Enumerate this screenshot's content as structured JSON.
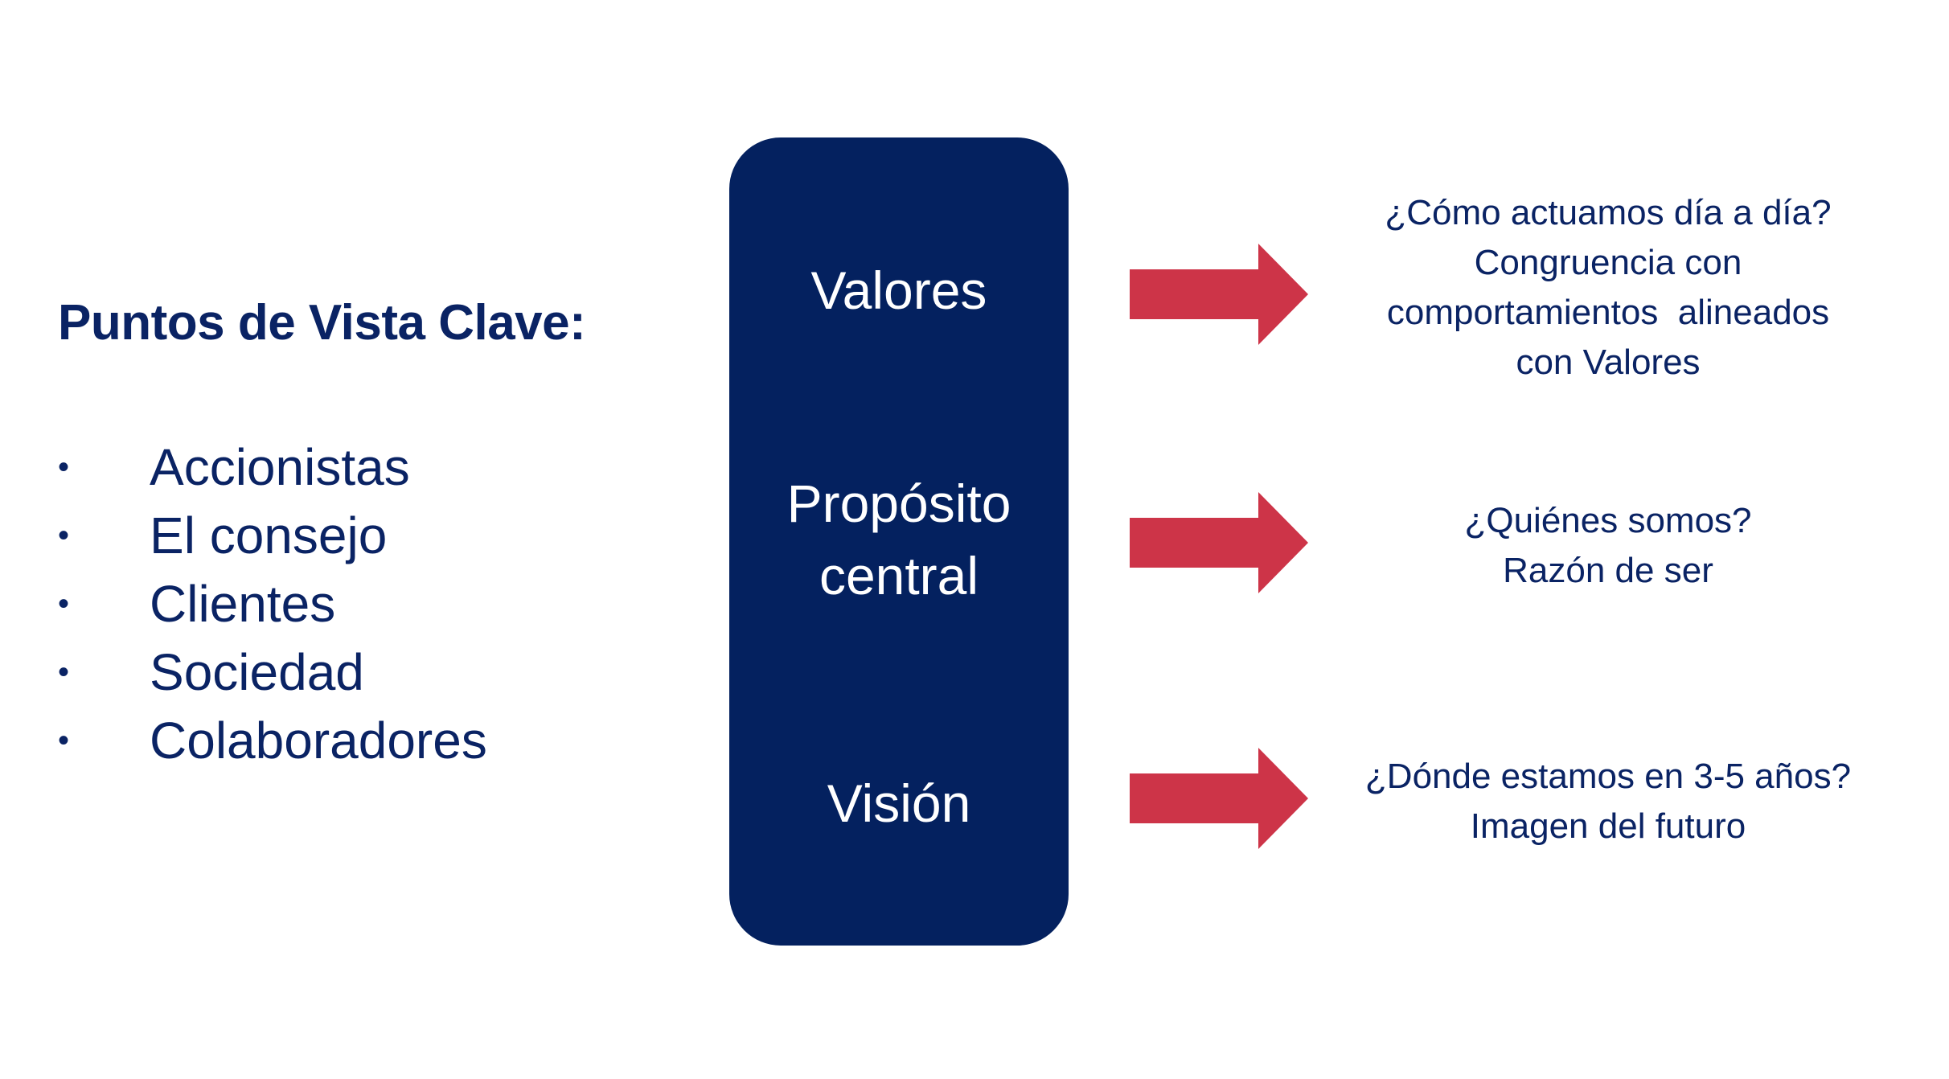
{
  "key_points": {
    "heading": "Puntos de Vista Clave:",
    "bullet_glyph": "•",
    "items": [
      "Accionistas",
      "El consejo",
      "Clientes",
      "Sociedad",
      "Colaboradores"
    ]
  },
  "core": {
    "labels": {
      "values": "Valores",
      "purpose_line1": "Propósito",
      "purpose_line2": "central",
      "vision": "Visión"
    }
  },
  "answers": {
    "values": [
      "¿Cómo actuamos día a día?",
      "Congruencia con",
      "comportamientos  alineados",
      "con Valores"
    ],
    "purpose": [
      "¿Quiénes somos?",
      "Razón de ser"
    ],
    "vision": [
      "¿Dónde estamos en 3-5 años?",
      "Imagen del futuro"
    ]
  },
  "colors": {
    "navy": "#04215f",
    "text_navy": "#0a2364",
    "arrow_red": "#cd3448",
    "background": "#ffffff"
  }
}
